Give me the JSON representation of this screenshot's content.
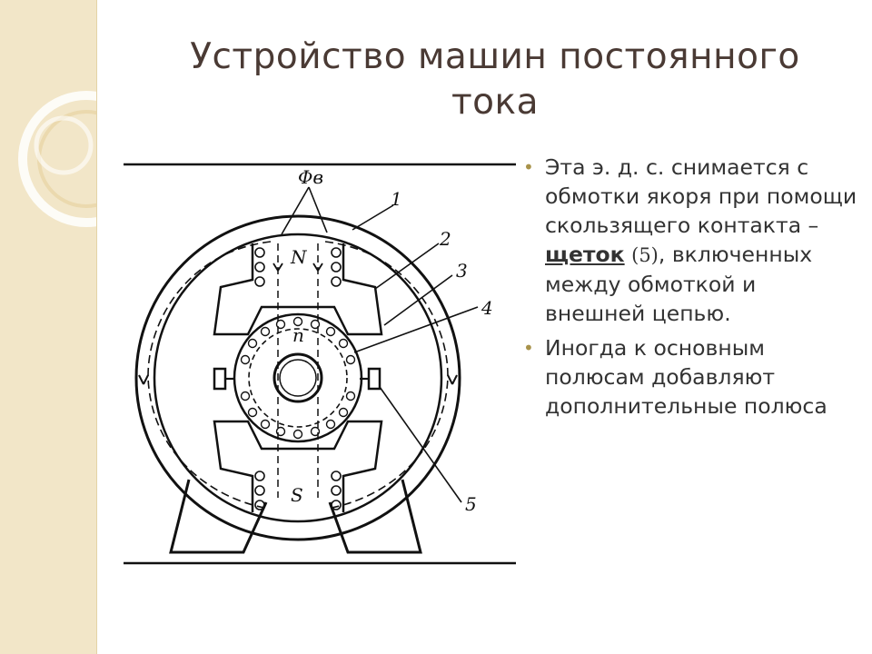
{
  "slide": {
    "title_line1": "Устройство машин постоянного",
    "title_line2": "тока"
  },
  "figure": {
    "labels": {
      "flux": "Φв",
      "n1": "1",
      "n2": "2",
      "n3": "3",
      "n4": "4",
      "n5": "5",
      "pole_n": "N",
      "pole_s": "S",
      "rotation": "n"
    }
  },
  "bullets": {
    "b1": {
      "text_a": "Эта э. д. с. снимается с обмотки якоря при помощи скользящего контакта – ",
      "emph": "щеток",
      "ref": "(5)",
      "text_b": ", включенных между обмоткой и внешней цепью."
    },
    "b2": {
      "text": "Иногда к основным полюсам добавляют дополнительные полюса"
    }
  },
  "colors": {
    "strip": "#f2e6c8",
    "title": "#4a3a34",
    "bullet": "#a8924a",
    "text": "#333333"
  }
}
